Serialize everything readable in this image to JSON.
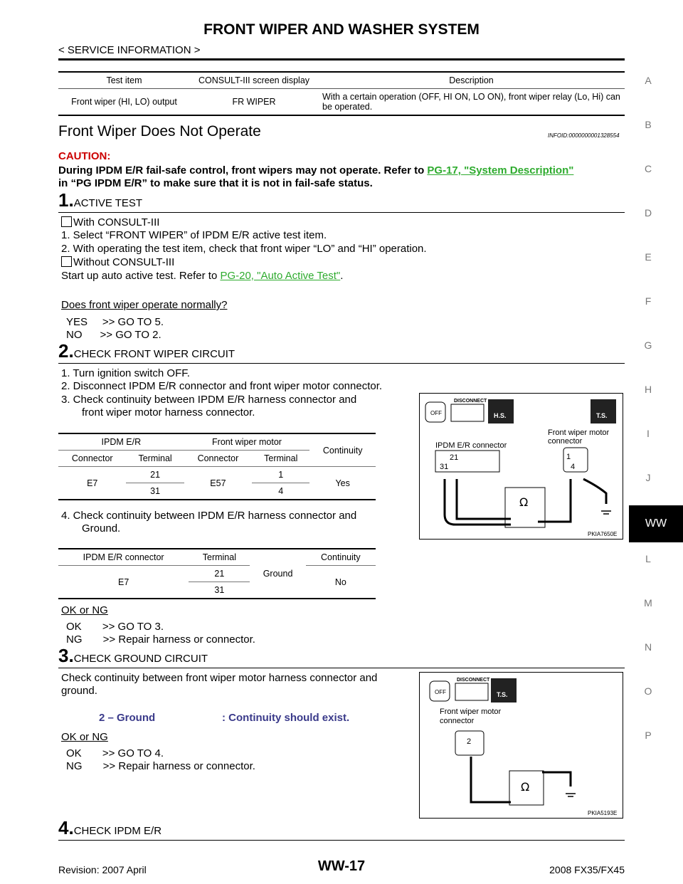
{
  "header": {
    "title": "FRONT WIPER AND WASHER SYSTEM",
    "subtitle": "< SERVICE INFORMATION >"
  },
  "side_index": [
    "A",
    "B",
    "C",
    "D",
    "E",
    "F",
    "G",
    "H",
    "I",
    "J",
    "WW",
    "L",
    "M",
    "N",
    "O",
    "P"
  ],
  "active_tab": "WW",
  "table1": {
    "headers": [
      "Test item",
      "CONSULT-III screen display",
      "Description"
    ],
    "row": [
      "Front wiper (HI, LO) output",
      "FR WIPER",
      "With a certain operation (OFF, HI ON, LO ON), front wiper relay (Lo, Hi) can be operated."
    ]
  },
  "section": {
    "title": "Front Wiper Does Not Operate",
    "infoid": "INFOID:0000000001328554"
  },
  "caution": {
    "label": "CAUTION:",
    "text1": "During IPDM E/R fail-safe control, front wipers may not operate. Refer to ",
    "link": "PG-17, \"System Description\"",
    "text2": "in “PG IPDM E/R” to make sure that it is not in fail-safe status."
  },
  "step1": {
    "num": "1.",
    "title": "ACTIVE TEST",
    "with_label": "With CONSULT-III",
    "item1": "1.  Select “FRONT WIPER” of IPDM E/R active test item.",
    "item2": "2.  With operating the test item, check that front wiper “LO” and “HI” operation.",
    "without_label": "Without CONSULT-III",
    "auto_text": "Start up auto active test. Refer to ",
    "auto_link": "PG-20, \"Auto Active Test\"",
    "auto_end": ".",
    "question": "Does front wiper operate normally?",
    "yes": "YES     >> GO TO 5.",
    "no": "NO      >> GO TO 2."
  },
  "step2": {
    "num": "2.",
    "title": "CHECK FRONT WIPER CIRCUIT",
    "item1": "1.  Turn ignition switch OFF.",
    "item2": "2.  Disconnect IPDM E/R connector and front wiper motor connector.",
    "item3a": "3.  Check continuity between IPDM E/R harness connector and",
    "item3b": "front wiper motor harness connector.",
    "table": {
      "h1": [
        "IPDM E/R",
        "Front wiper motor",
        "Continuity"
      ],
      "h2": [
        "Connector",
        "Terminal",
        "Connector",
        "Terminal"
      ],
      "connector_a": "E7",
      "connector_b": "E57",
      "rows": [
        [
          "21",
          "1"
        ],
        [
          "31",
          "4"
        ]
      ],
      "result": "Yes"
    },
    "item4a": "4.  Check continuity between IPDM E/R harness connector and",
    "item4b": "Ground.",
    "table2": {
      "headers": [
        "IPDM E/R connector",
        "Terminal",
        "",
        "Continuity"
      ],
      "connector": "E7",
      "terminals": [
        "21",
        "31"
      ],
      "ground": "Ground",
      "result": "No"
    },
    "okng": "OK or NG",
    "ok": "OK       >> GO TO 3.",
    "ng": "NG       >> Repair harness or connector.",
    "diagram": {
      "ipdm_label": "IPDM E/R connector",
      "motor_label1": "Front wiper motor",
      "motor_label2": "connector",
      "pin21": "21",
      "pin31": "31",
      "pin1": "1",
      "pin4": "4",
      "ohm": "Ω",
      "hs": "H.S.",
      "ts": "T.S.",
      "disconnect": "DISCONNECT",
      "off": "OFF",
      "code": "PKIA7650E"
    }
  },
  "step3": {
    "num": "3.",
    "title": "CHECK GROUND CIRCUIT",
    "text1": "Check continuity between front wiper motor harness connector and",
    "text2": "ground.",
    "spec_left": "2 – Ground",
    "spec_right": ": Continuity should exist.",
    "okng": "OK or NG",
    "ok": "OK       >> GO TO 4.",
    "ng": "NG       >> Repair harness or connector.",
    "diagram": {
      "motor_label1": "Front wiper motor",
      "motor_label2": "connector",
      "pin2": "2",
      "ohm": "Ω",
      "ts": "T.S.",
      "disconnect": "DISCONNECT",
      "off": "OFF",
      "code": "PKIA5193E"
    }
  },
  "step4": {
    "num": "4.",
    "title": "CHECK IPDM E/R"
  },
  "footer": {
    "revision": "Revision: 2007 April",
    "page": "WW-17",
    "model": "2008 FX35/FX45"
  }
}
